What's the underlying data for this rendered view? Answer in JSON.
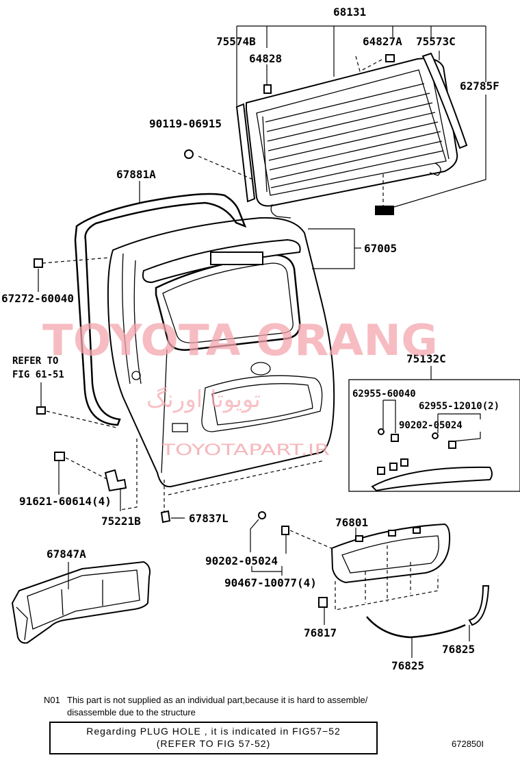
{
  "labels": {
    "p68131": "68131",
    "p75574B": "75574B",
    "p64827A": "64827A",
    "p75573C": "75573C",
    "p64828": "64828",
    "p62785F": "62785F",
    "p90119_06915": "90119-06915",
    "p67881A": "67881A",
    "p67005": "67005",
    "p67272_60040": "67272-60040",
    "refer_to_1": "REFER TO",
    "refer_to_2": "FIG 61-51",
    "p75132C": "75132C",
    "p62955_60040": "62955-60040",
    "p62955_12010": "62955-12010(2)",
    "p90202_05024_a": "90202-05024",
    "p91621_60614": "91621-60614(4)",
    "p75221B": "75221B",
    "p67837L": "67837L",
    "p76801": "76801",
    "p67847A": "67847A",
    "p90202_05024_b": "90202-05024",
    "p90467_10077": "90467-10077(4)",
    "p76817": "76817",
    "p76825_a": "76825",
    "p76825_b": "76825"
  },
  "watermark": {
    "main": "TOYOTA ORANG",
    "persian": "تویوتا اورنگ",
    "site": "TOYOTAPART.IR"
  },
  "note": {
    "id": "N01",
    "line1": "This part is not supplied as an individual part,because it is hard to assemble/",
    "line2": "disassemble due to the structure"
  },
  "plug_hole": {
    "line1": "Regarding  PLUG HOLE , it is indicated in FIG57−52",
    "line2": "(REFER TO FIG 57-52)"
  },
  "figure_code": "672850I",
  "colors": {
    "line": "#000000",
    "watermark": "#f3a6ad",
    "background": "#ffffff"
  }
}
